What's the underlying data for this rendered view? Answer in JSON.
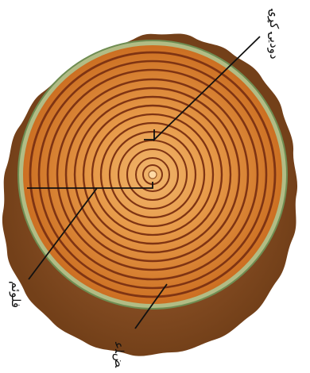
{
  "diagram": {
    "labels": {
      "annual_rings": "دوديۍ کړۍ",
      "cambium": "ﺾﻠﻋ",
      "phloem": "فلوئم"
    },
    "colors": {
      "bark": "#8a4e27",
      "cambium": "#a9b77b",
      "wood_light": "#e79a49",
      "wood_dark": "#cc6f22",
      "ring_line": "#7f3413",
      "pointer": "#111111"
    }
  }
}
